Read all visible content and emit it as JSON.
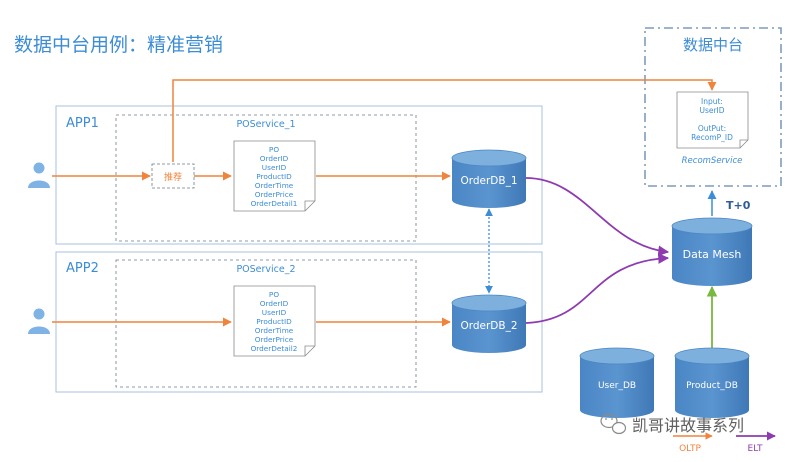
{
  "title": "数据中台用例：精准营销",
  "platform": {
    "label": "数据中台"
  },
  "apps": [
    {
      "label": "APP1",
      "service": "POService_1",
      "recommend": "推荐",
      "doc_lines": [
        "PO",
        "OrderID",
        "UserID",
        "ProductID",
        "OrderTime",
        "OrderPrice",
        "OrderDetail1"
      ],
      "db": "OrderDB_1"
    },
    {
      "label": "APP2",
      "service": "POService_2",
      "doc_lines": [
        "PO",
        "OrderID",
        "UserID",
        "ProductID",
        "OrderTime",
        "OrderPrice",
        "OrderDetail2"
      ],
      "db": "OrderDB_2"
    }
  ],
  "recom": {
    "lines": [
      "Input:",
      "UserID",
      "",
      "OutPut:",
      "RecomP_ID"
    ],
    "caption": "RecomService"
  },
  "mesh": {
    "label": "Data Mesh",
    "arrow_label": "T+0"
  },
  "dbs": {
    "user": "User_DB",
    "product": "Product_DB"
  },
  "legend": {
    "oltp": "OLTP",
    "elt": "ELT"
  },
  "watermark": "凯哥讲故事系列",
  "colors": {
    "orange": "#f0843c",
    "purple": "#8e3bb0",
    "green": "#78b83e",
    "blue": "#3c8dd6",
    "frame": "#9bb8d6",
    "db_top": "#79acd9",
    "db_body": "#4b86c4"
  }
}
